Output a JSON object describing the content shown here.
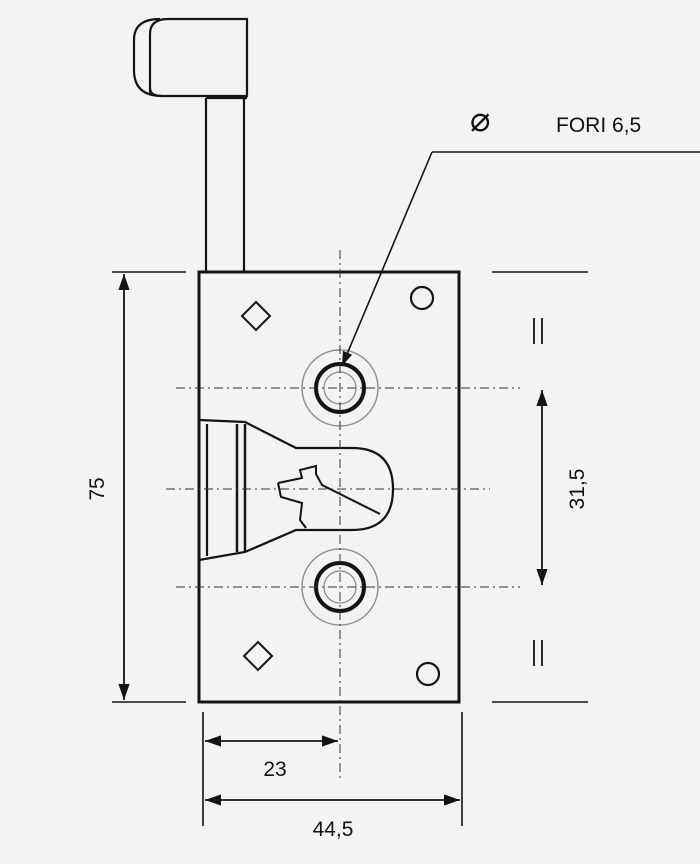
{
  "callout": {
    "diameter_symbol": "⌀",
    "label": "FORI 6,5"
  },
  "dimensions": {
    "height_total": "75",
    "hole_spacing": "31,5",
    "width_to_center": "23",
    "width_total": "44,5",
    "equal_mark": "="
  }
}
